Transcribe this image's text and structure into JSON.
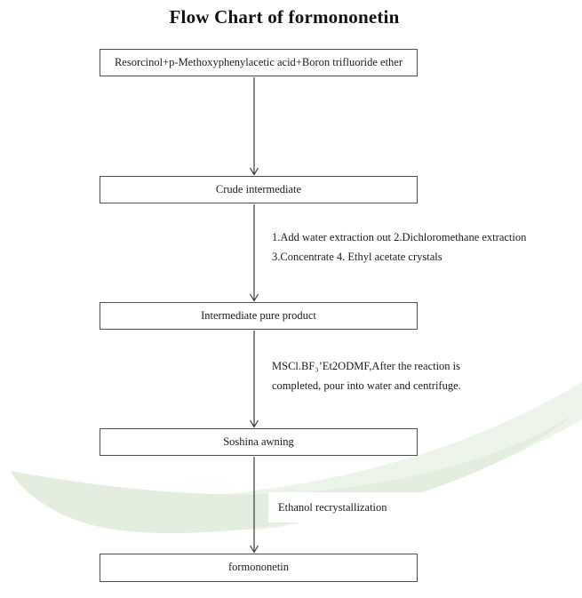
{
  "page": {
    "title": "Flow Chart of formononetin"
  },
  "flowchart": {
    "nodes": [
      {
        "id": "reactants",
        "label": "Resorcinol+p-Methoxyphenylacetic acid+Boron trifluoride ether"
      },
      {
        "id": "crude-intermediate",
        "label": "Crude intermediate"
      },
      {
        "id": "intermediate-pure-product",
        "label": "Intermediate pure product"
      },
      {
        "id": "soshina-awning",
        "label": "Soshina awning"
      },
      {
        "id": "formononetin",
        "label": "formononetin"
      }
    ],
    "edge_labels": [
      {
        "lines": [
          "1.Add water extraction out 2.Dichloromethane extraction",
          "3.Concentrate 4. Ethyl acetate crystals"
        ]
      },
      {
        "lines": [
          "MSCl.BF₃’Et2ODMF,After the reaction is",
          "completed, pour into water and centrifuge."
        ]
      },
      {
        "lines": [
          "Ethanol recrystallization"
        ]
      }
    ]
  },
  "colors": {
    "swoosh_main": "#e3eedf",
    "swoosh_light": "#edf4e9",
    "box_border": "#4e4e4e",
    "arrow": "#3a3a3a",
    "text": "#1f1f1f"
  }
}
